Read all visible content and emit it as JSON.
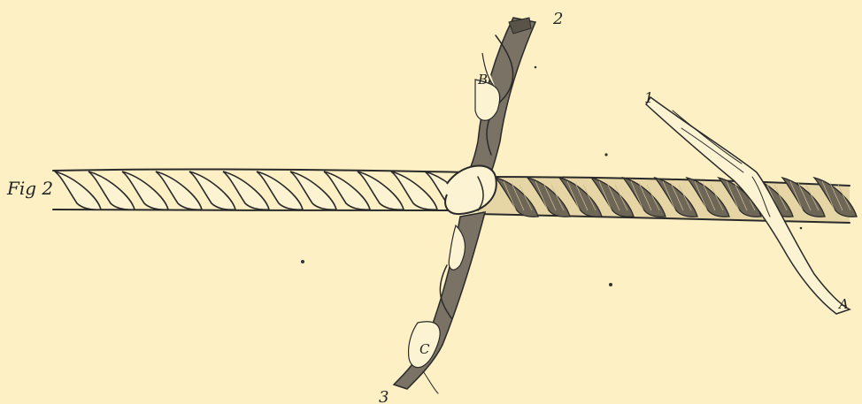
{
  "figure": {
    "fig_label": "Fig 2",
    "labels": {
      "strand_2_number": "2",
      "strand_3_number": "3",
      "strand_1_number": "1",
      "marker_b": "B",
      "marker_c": "C",
      "marker_a": "A"
    },
    "colors": {
      "paper": "#fdf0c4",
      "ink": "#2a2a2a",
      "strand_light": "#fbf3d2",
      "strand_dark": "#5a5448"
    }
  }
}
